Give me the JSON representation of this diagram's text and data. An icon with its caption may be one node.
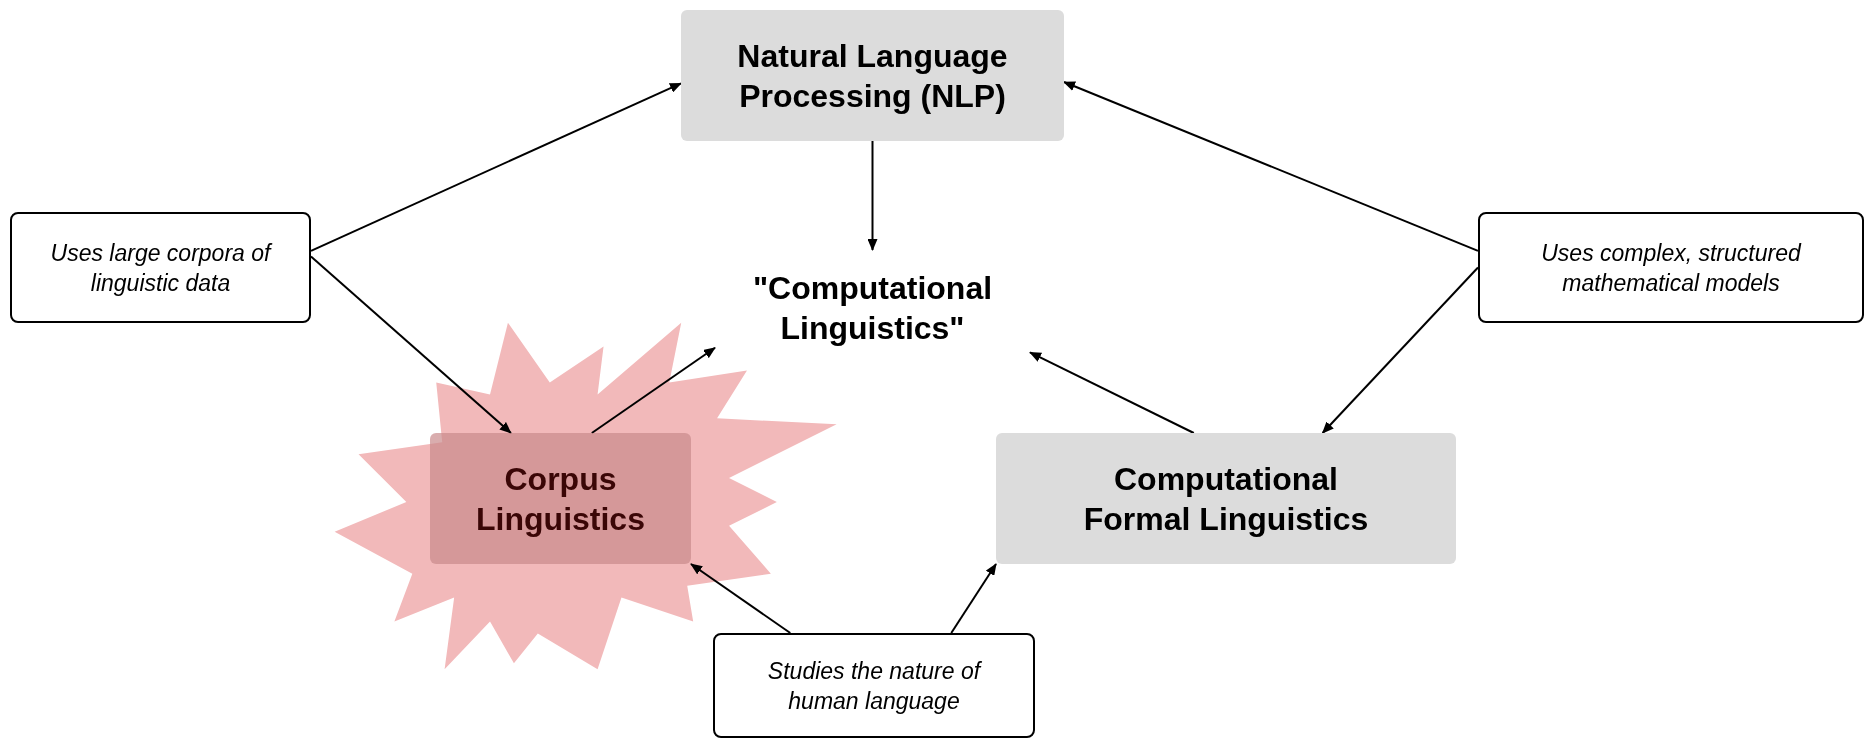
{
  "diagram": {
    "nodes": [
      {
        "text": [
          "Natural Language Processing (NLP)"
        ]
      },
      {
        "text": [
          "\"Computational Linguistics\""
        ]
      },
      {
        "text": [
          "Uses large corpora of linguistic data"
        ]
      },
      {
        "text": [
          "Uses complex, structured mathematical models"
        ]
      },
      {
        "text": [
          "Corpus Linguistics"
        ]
      },
      {
        "text": [
          "Computational Formal Linguistics"
        ]
      },
      {
        "text": [
          "Studies the nature of human language"
        ]
      }
    ],
    "edges": [
      {
        "from": 2,
        "to": 0,
        "arrow": "to"
      },
      {
        "from": 2,
        "to": 4,
        "arrow": "to"
      },
      {
        "from": 0,
        "to": 1,
        "arrow": "to"
      },
      {
        "from": 4,
        "to": 1,
        "arrow": "to"
      },
      {
        "from": 3,
        "to": 0,
        "arrow": "to"
      },
      {
        "from": 3,
        "to": 5,
        "arrow": "to"
      },
      {
        "from": 5,
        "to": 1,
        "arrow": "to"
      },
      {
        "from": 6,
        "to": 4,
        "arrow": "to"
      },
      {
        "from": 6,
        "to": 5,
        "arrow": "to"
      }
    ]
  }
}
